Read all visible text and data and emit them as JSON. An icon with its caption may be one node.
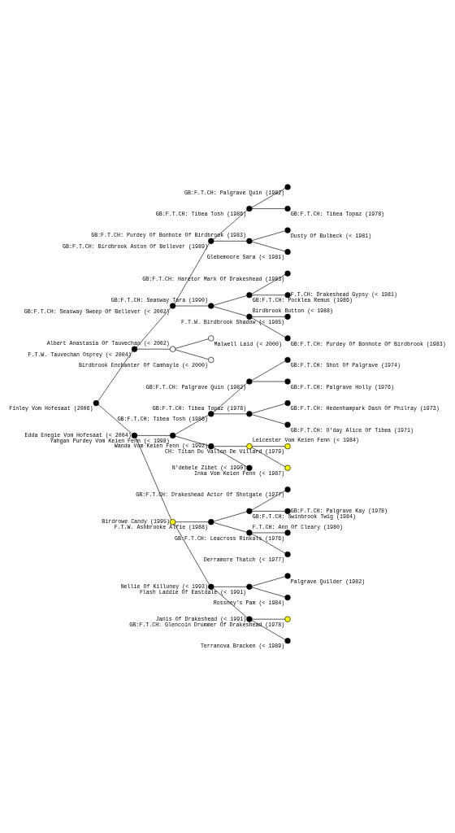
{
  "diagram": {
    "nodes": [
      {
        "text": [],
        "shape": "circle",
        "beside": [
          "GB:F.T.CH: Palgrave Quin (1982)"
        ]
      },
      {
        "text": [],
        "shape": "circle",
        "beside": [
          "GB:F.T.CH: Tibea Tosh (1986)"
        ]
      },
      {
        "text": [],
        "shape": "circle",
        "beside": [
          "GB:F.T.CH: Tibea Topaz (1978)"
        ]
      },
      {
        "text": [],
        "shape": "circle",
        "beside": [
          "GB:F.T.CH: Birdbrook Aston Of Bellever (1989)"
        ]
      },
      {
        "text": [],
        "shape": "circle",
        "beside": [
          "Dusty Of Bulbeck (< 1981)"
        ]
      },
      {
        "text": [],
        "shape": "circle",
        "beside": [
          "GB:F.T.CH: Purdey Of Bonhote Of Birdbrook (1983)"
        ]
      },
      {
        "text": [],
        "shape": "circle",
        "beside": [
          "Glebemoore Sara (< 1981)"
        ]
      },
      {
        "text": [],
        "shape": "circle",
        "beside": [
          "GB:F.T.CH: Seasway Sweep Of Bellever (< 2002)"
        ]
      },
      {
        "text": [],
        "shape": "circle",
        "beside": [
          "GB:F.T.CH: Haretor Mark Of Drakeshead (1983)"
        ]
      },
      {
        "text": [],
        "shape": "circle",
        "beside": [
          "GB:F.T.CH: Pocklea Remus (1986)"
        ]
      },
      {
        "text": [],
        "shape": "circle",
        "beside": [
          "F.T.CH: Drakeshead Gypsy (< 1981)"
        ]
      },
      {
        "text": [],
        "shape": "circle",
        "beside": [
          "GB:F.T.CH: Seasway Tara (1990)"
        ]
      },
      {
        "text": [],
        "shape": "circle",
        "beside": [
          "F.T.W. Birdbrook Shadow (< 1985)"
        ]
      },
      {
        "text": [],
        "shape": "circle",
        "beside": [
          "Birdbrook Button (< 1988)"
        ]
      },
      {
        "text": [],
        "shape": "circle",
        "beside": [
          "GB:F.T.CH: Purdey Of Bonhote Of Birdbrook (1983)"
        ]
      },
      {
        "text": [],
        "shape": "circle",
        "beside": [
          "F.T.W. Tauvechan Osprey (< 2004)"
        ]
      },
      {
        "text": [],
        "shape": "circle",
        "beside": [
          "Malwell Laid (< 2000)"
        ]
      },
      {
        "text": [],
        "shape": "circle",
        "beside": [
          "Albert Anastasia Of Tauvechan (< 2002)"
        ]
      },
      {
        "text": [],
        "shape": "circle",
        "beside": [
          "Birdbrook Enchanter Of Camhayle (< 2000)"
        ]
      },
      {
        "text": [],
        "shape": "circle",
        "beside": [
          "Finley Vom Hofesaat (2006)"
        ]
      },
      {
        "text": [],
        "shape": "circle",
        "beside": [
          "GB:F.T.CH: Shot Of Palgrave (1974)"
        ]
      },
      {
        "text": [],
        "shape": "circle",
        "beside": [
          "GB:F.T.CH: Palgrave Quin (1982)"
        ]
      },
      {
        "text": [],
        "shape": "circle",
        "beside": [
          "GB:F.T.CH: Palgrave Holly (1976)"
        ]
      },
      {
        "text": [],
        "shape": "circle",
        "beside": [
          "GB:F.T.CH: Tibea Tosh (1986)"
        ]
      },
      {
        "text": [],
        "shape": "circle",
        "beside": [
          "GB:F.T.CH: Hedenhampark Dash Of Philray (1973)"
        ]
      },
      {
        "text": [],
        "shape": "circle",
        "beside": [
          "GB:F.T.CH: Tibea Topaz (1978)"
        ]
      },
      {
        "text": [],
        "shape": "circle",
        "beside": [
          "GB:F.T.CH: O’day Alice Of Tibea (1971)"
        ]
      },
      {
        "text": [],
        "shape": "circle",
        "beside": [
          "Yahgan Purdey Vom Keien Fenn (< 1998)"
        ]
      },
      {
        "text": [],
        "shape": "circle",
        "beside": [
          "CH: Titan Du Vallon De Villard (1979)"
        ]
      },
      {
        "text": [],
        "shape": "circle",
        "beside": [
          "Leicester Vom Keien Fenn (< 1984)"
        ]
      },
      {
        "text": [],
        "shape": "circle",
        "beside": [
          "Inka Vom Keien Fenn (< 1987)"
        ]
      },
      {
        "text": [],
        "shape": "circle",
        "beside": [
          "Wanda Vom Keien Fenn (< 1992)"
        ]
      },
      {
        "text": [],
        "shape": "circle",
        "beside": [
          "N’debele Zibet (< 1990)"
        ]
      },
      {
        "text": [],
        "shape": "circle",
        "beside": [
          "Edda Enegie Vom Hofesaat (< 2004)"
        ]
      },
      {
        "text": [],
        "shape": "circle",
        "beside": [
          "GB:F.T.CH: Drakeshead Actor Of Shotgate (1977)"
        ]
      },
      {
        "text": [],
        "shape": "circle",
        "beside": [
          "GB:F.T.CH: Swinbrook Twig (1984)"
        ]
      },
      {
        "text": [],
        "shape": "circle",
        "beside": [
          "GB:F.T.CH: Palgrave Kay (1978)"
        ]
      },
      {
        "text": [],
        "shape": "circle",
        "beside": [
          "F.T.W. Ashbrooke Alfie (1988)"
        ]
      },
      {
        "text": [],
        "shape": "circle",
        "beside": [
          "GB:F.T.CH: Leacross Rinkals (1976)"
        ]
      },
      {
        "text": [],
        "shape": "circle",
        "beside": [
          "F.T.CH: Ann Of Cleary (1980)"
        ]
      },
      {
        "text": [],
        "shape": "circle",
        "beside": [
          "Derramore Thatch (< 1977)"
        ]
      },
      {
        "text": [],
        "shape": "circle",
        "beside": [
          "Birdrowe Candy (1995)"
        ]
      },
      {
        "text": [],
        "shape": "circle",
        "beside": [
          "Palgrave Quilder (1982)"
        ]
      },
      {
        "text": [],
        "shape": "circle",
        "beside": [
          "Flash Laddie Of Eastdale (< 1991)"
        ]
      },
      {
        "text": [],
        "shape": "circle",
        "beside": [
          "Rossney’s Pam (< 1984)"
        ]
      },
      {
        "text": [],
        "shape": "circle",
        "beside": [
          "Nellie Of Killuney (< 1993)"
        ]
      },
      {
        "text": [],
        "shape": "circle",
        "beside": [
          "GB:F.T.CH: Glencoin Drummer Of Drakeshead (1978)"
        ]
      },
      {
        "text": [],
        "shape": "circle",
        "beside": [
          "Janis Of Drakeshead (< 1991)"
        ]
      },
      {
        "text": [],
        "shape": "circle",
        "beside": [
          "Terranova Bracken (< 1989)"
        ]
      }
    ],
    "edges": [
      {
        "from": 19,
        "to": 15,
        "arrow": "none"
      },
      {
        "from": 19,
        "to": 33,
        "arrow": "none"
      },
      {
        "from": 15,
        "to": 7,
        "arrow": "none"
      },
      {
        "from": 15,
        "to": 17,
        "arrow": "none"
      },
      {
        "from": 7,
        "to": 3,
        "arrow": "none"
      },
      {
        "from": 7,
        "to": 11,
        "arrow": "none"
      },
      {
        "from": 3,
        "to": 1,
        "arrow": "none"
      },
      {
        "from": 3,
        "to": 5,
        "arrow": "none"
      },
      {
        "from": 1,
        "to": 0,
        "arrow": "none"
      },
      {
        "from": 1,
        "to": 2,
        "arrow": "none"
      },
      {
        "from": 5,
        "to": 4,
        "arrow": "none"
      },
      {
        "from": 5,
        "to": 6,
        "arrow": "none"
      },
      {
        "from": 11,
        "to": 9,
        "arrow": "none"
      },
      {
        "from": 11,
        "to": 13,
        "arrow": "none"
      },
      {
        "from": 9,
        "to": 8,
        "arrow": "none"
      },
      {
        "from": 9,
        "to": 10,
        "arrow": "none"
      },
      {
        "from": 13,
        "to": 12,
        "arrow": "none"
      },
      {
        "from": 13,
        "to": 14,
        "arrow": "none"
      },
      {
        "from": 17,
        "to": 16,
        "arrow": "none"
      },
      {
        "from": 17,
        "to": 18,
        "arrow": "none"
      },
      {
        "from": 33,
        "to": 27,
        "arrow": "none"
      },
      {
        "from": 33,
        "to": 41,
        "arrow": "none"
      },
      {
        "from": 27,
        "to": 23,
        "arrow": "none"
      },
      {
        "from": 27,
        "to": 31,
        "arrow": "none"
      },
      {
        "from": 23,
        "to": 21,
        "arrow": "none"
      },
      {
        "from": 23,
        "to": 25,
        "arrow": "none"
      },
      {
        "from": 21,
        "to": 20,
        "arrow": "none"
      },
      {
        "from": 21,
        "to": 22,
        "arrow": "none"
      },
      {
        "from": 25,
        "to": 24,
        "arrow": "none"
      },
      {
        "from": 25,
        "to": 26,
        "arrow": "none"
      },
      {
        "from": 31,
        "to": 29,
        "arrow": "none"
      },
      {
        "from": 31,
        "to": 32,
        "arrow": "none"
      },
      {
        "from": 29,
        "to": 28,
        "arrow": "none"
      },
      {
        "from": 29,
        "to": 30,
        "arrow": "none"
      },
      {
        "from": 41,
        "to": 37,
        "arrow": "none"
      },
      {
        "from": 41,
        "to": 45,
        "arrow": "none"
      },
      {
        "from": 37,
        "to": 35,
        "arrow": "none"
      },
      {
        "from": 37,
        "to": 39,
        "arrow": "none"
      },
      {
        "from": 35,
        "to": 34,
        "arrow": "none"
      },
      {
        "from": 35,
        "to": 36,
        "arrow": "none"
      },
      {
        "from": 39,
        "to": 38,
        "arrow": "none"
      },
      {
        "from": 39,
        "to": 40,
        "arrow": "none"
      },
      {
        "from": 45,
        "to": 43,
        "arrow": "none"
      },
      {
        "from": 45,
        "to": 47,
        "arrow": "none"
      },
      {
        "from": 43,
        "to": 42,
        "arrow": "none"
      },
      {
        "from": 43,
        "to": 44,
        "arrow": "none"
      },
      {
        "from": 47,
        "to": 46,
        "arrow": "none"
      },
      {
        "from": 47,
        "to": 48,
        "arrow": "none"
      }
    ]
  }
}
